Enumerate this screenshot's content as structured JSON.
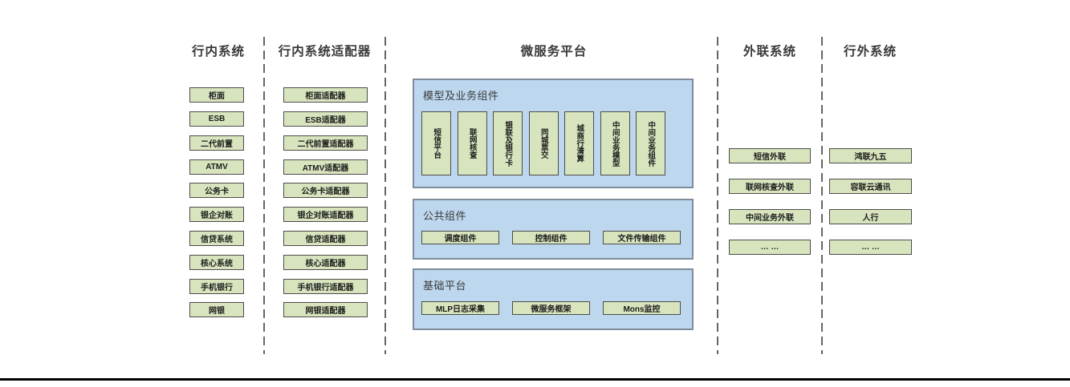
{
  "diagram": {
    "headers": {
      "internal": "行内系统",
      "adapters": "行内系统适配器",
      "platform": "微服务平台",
      "outreach": "外联系统",
      "external": "行外系统"
    },
    "internal_items": [
      "柜面",
      "ESB",
      "二代前置",
      "ATMV",
      "公务卡",
      "银企对账",
      "信贷系统",
      "核心系统",
      "手机银行",
      "网银"
    ],
    "adapter_items": [
      "柜面适配器",
      "ESB适配器",
      "二代前置适配器",
      "ATMV适配器",
      "公务卡适配器",
      "银企对账适配器",
      "信贷适配器",
      "核心适配器",
      "手机银行适配器",
      "网银适配器"
    ],
    "platform_panels": {
      "model": {
        "title": "模型及业务组件",
        "items": [
          "短信平台",
          "联网核查",
          "银联及银行卡",
          "同城票交",
          "城商行清算",
          "中间业务模型",
          "中间业务组件"
        ]
      },
      "common": {
        "title": "公共组件",
        "items": [
          "调度组件",
          "控制组件",
          "文件传输组件"
        ]
      },
      "base": {
        "title": "基础平台",
        "items": [
          "MLP日志采集",
          "微服务框架",
          "Mons监控"
        ]
      }
    },
    "outreach_items": [
      "短信外联",
      "联网核查外联",
      "中间业务外联",
      "… …"
    ],
    "external_items": [
      "鸿联九五",
      "容联云通讯",
      "人行",
      "… …"
    ]
  },
  "colors": {
    "node_fill": "#d7e4bd",
    "node_border": "#4c4c4c",
    "panel_fill": "#bdd7ee",
    "panel_border": "#7e8c9c",
    "separator": "#666666",
    "header_text": "#3a3a3a",
    "bottom_line": "#000000"
  }
}
